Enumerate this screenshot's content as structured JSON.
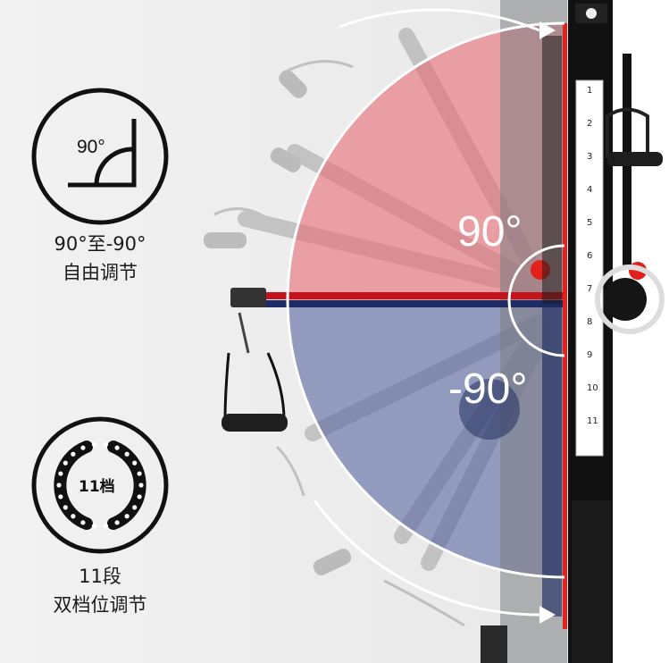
{
  "features": {
    "rotation": {
      "icon_text": "90°",
      "title": "90°至-90°",
      "subtitle": "自由调节"
    },
    "positions": {
      "icon_text": "11档",
      "title": "11段",
      "subtitle": "双档位调节"
    }
  },
  "diagram": {
    "upper_angle": "90°",
    "lower_angle": "-90°",
    "upper_color": "#e76f76",
    "lower_color": "#5c6aa3",
    "divider_color": "#e3211c",
    "accent_red": "#e3211c",
    "post_numbers": [
      "1",
      "2",
      "3",
      "4",
      "5",
      "6",
      "7",
      "8",
      "9",
      "10",
      "11"
    ]
  }
}
